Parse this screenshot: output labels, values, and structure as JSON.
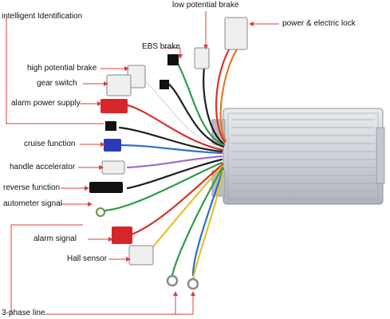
{
  "labels": {
    "intelligent_identification": "intelligent Identification",
    "low_potential_brake": "low potential brake",
    "power_electric_lock": "power & electric lock",
    "ebs_brake": "EBS brake",
    "high_potential_brake": "high potential brake",
    "gear_switch": "gear switch",
    "alarm_power_supply": "alarm power supply",
    "cruise_function": "cruise function",
    "handle_accelerator": "handle accelerator",
    "reverse_function": "reverse function",
    "autometer_signal": "autometer signal",
    "alarm_signal": "alarm signal",
    "hall_sensor": "Hall sensor",
    "three_phase_line": "3-phase line"
  },
  "colors": {
    "leader": "#e03b3b",
    "housing": "#c9cdd3",
    "wire_red": "#d8322c",
    "wire_black": "#1e1e1e",
    "wire_green": "#2f9b4c",
    "wire_blue": "#2e6fc4",
    "wire_yellow": "#e2c32b",
    "wire_white": "#e9e9e9",
    "connector_red": "#d7262b",
    "connector_blue": "#2b3bb7",
    "connector_white": "#efefef",
    "connector_black": "#111111"
  }
}
